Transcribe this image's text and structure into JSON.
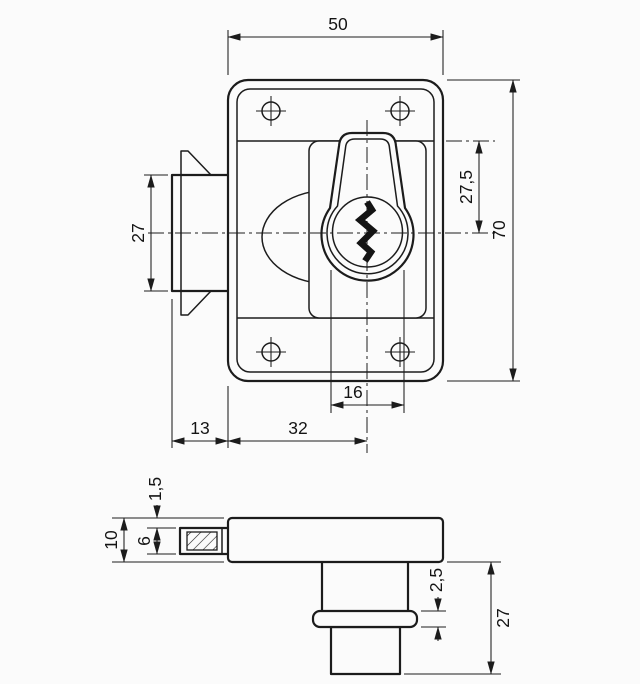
{
  "meta": {
    "background_color": "#fbfbfb",
    "line_color": "#1c1c1c"
  },
  "front_view": {
    "dim_plate_width": "50",
    "dim_plate_height": "70",
    "dim_cylinder_offset": "27,5",
    "dim_bolt_height": "27",
    "dim_cylinder_width": "16",
    "dim_bolt_throw": "13",
    "dim_backset": "32"
  },
  "side_view": {
    "dim_faceplate_offset": "1,5",
    "dim_case_depth": "10",
    "dim_bolt_thickness": "6",
    "dim_ring_height": "2,5",
    "dim_cylinder_length": "27"
  }
}
